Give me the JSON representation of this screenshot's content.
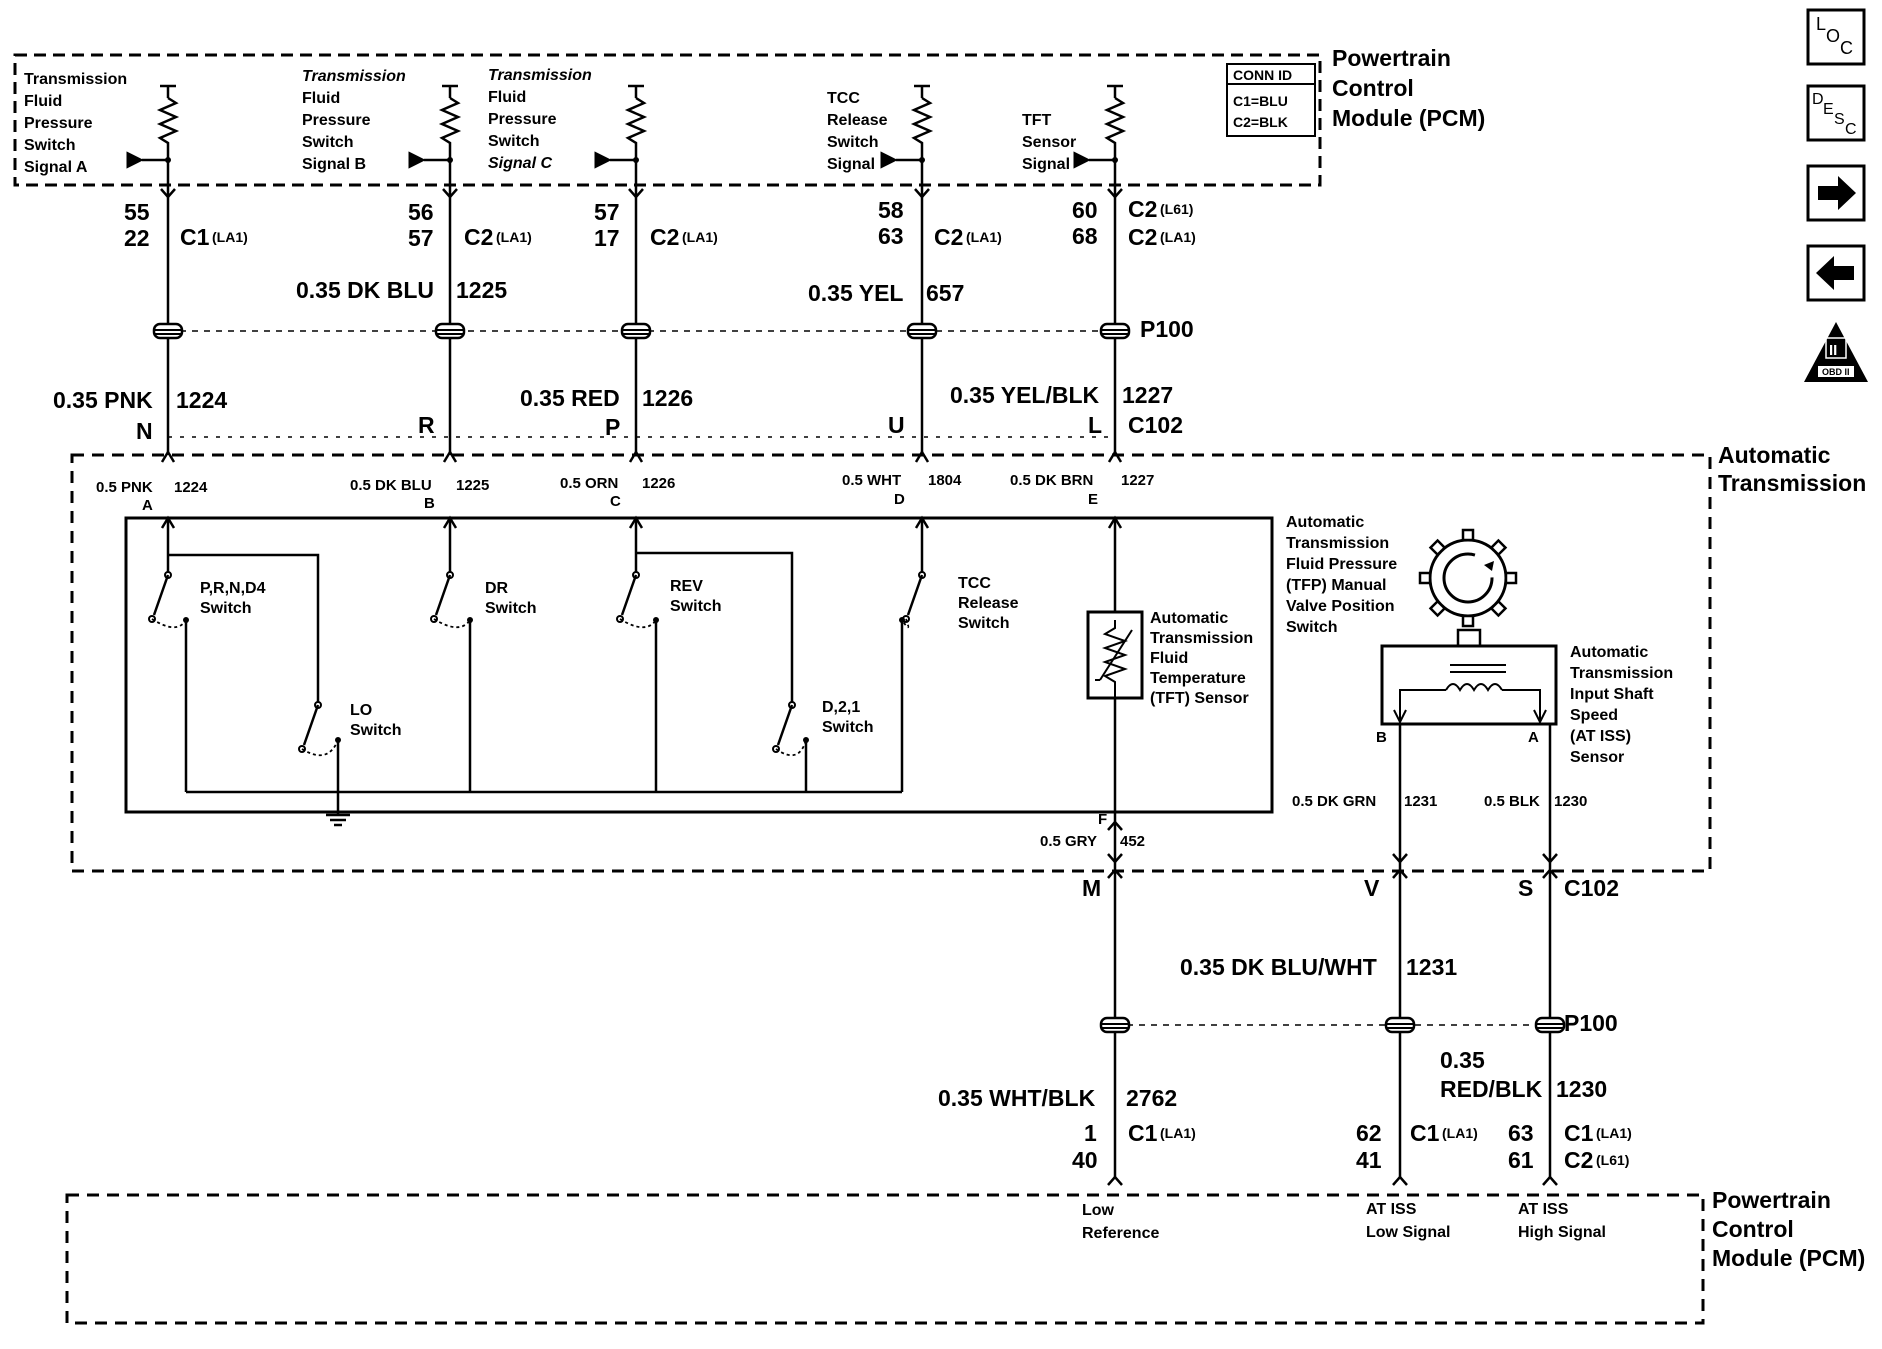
{
  "pcm_top": {
    "title_lines": [
      "Powertrain",
      "Control",
      "Module (PCM)"
    ],
    "conn_id": {
      "header": "CONN ID",
      "c1": "C1=BLU",
      "c2": "C2=BLK"
    },
    "signals": [
      {
        "lines": [
          "Transmission",
          "Fluid",
          "Pressure",
          "Switch",
          "Signal A"
        ]
      },
      {
        "lines": [
          "Transmission",
          "Fluid",
          "Pressure",
          "Switch",
          "Signal B"
        ]
      },
      {
        "lines": [
          "Transmission",
          "Fluid",
          "Pressure",
          "Switch",
          "Signal C"
        ]
      },
      {
        "lines": [
          "TCC",
          "Release",
          "Switch",
          "Signal"
        ]
      },
      {
        "lines": [
          "TFT",
          "Sensor",
          "Signal"
        ]
      }
    ]
  },
  "top_circuits": [
    {
      "pin_a": "55",
      "pin_b": "22",
      "conn": "C1",
      "conn_opt": "(LA1)",
      "conn2": "",
      "conn2_opt": "",
      "wire_color": "",
      "circuit": "",
      "lower_color": "0.35 PNK",
      "lower_circuit": "1224",
      "c102_pin": "N",
      "trans_color": "0.5 PNK",
      "trans_circuit": "1224",
      "trans_pin": "A"
    },
    {
      "pin_a": "56",
      "pin_b": "57",
      "conn": "C2",
      "conn_opt": "(LA1)",
      "conn2": "",
      "conn2_opt": "",
      "wire_color": "0.35 DK BLU",
      "circuit": "1225",
      "lower_color": "",
      "lower_circuit": "",
      "c102_pin": "R",
      "trans_color": "0.5 DK BLU",
      "trans_circuit": "1225",
      "trans_pin": "B"
    },
    {
      "pin_a": "57",
      "pin_b": "17",
      "conn": "C2",
      "conn_opt": "(LA1)",
      "conn2": "",
      "conn2_opt": "",
      "wire_color": "",
      "circuit": "",
      "lower_color": "0.35 RED",
      "lower_circuit": "1226",
      "c102_pin": "P",
      "trans_color": "0.5 ORN",
      "trans_circuit": "1226",
      "trans_pin": "C"
    },
    {
      "pin_a": "58",
      "pin_b": "63",
      "conn": "C2",
      "conn_opt": "(LA1)",
      "conn2": "",
      "conn2_opt": "",
      "wire_color": "0.35 YEL",
      "circuit": "657",
      "lower_color": "",
      "lower_circuit": "",
      "c102_pin": "U",
      "trans_color": "0.5 WHT",
      "trans_circuit": "1804",
      "trans_pin": "D"
    },
    {
      "pin_a": "60",
      "pin_b": "68",
      "conn": "C2",
      "conn_opt": "(L61)",
      "conn2": "C2",
      "conn2_opt": "(LA1)",
      "wire_color": "",
      "circuit": "",
      "lower_color": "0.35 YEL/BLK",
      "lower_circuit": "1227",
      "c102_pin": "L",
      "trans_color": "0.5 DK BRN",
      "trans_circuit": "1227",
      "trans_pin": "E"
    }
  ],
  "labels": {
    "p100": "P100",
    "c102": "C102",
    "p100_b": "P100",
    "c102_b": "C102"
  },
  "transmission": {
    "title_lines": [
      "Automatic",
      "Transmission"
    ],
    "switches": [
      {
        "lines": [
          "P,R,N,D4",
          "Switch"
        ]
      },
      {
        "lines": [
          "DR",
          "Switch"
        ]
      },
      {
        "lines": [
          "REV",
          "Switch"
        ]
      },
      {
        "lines": [
          "TCC",
          "Release",
          "Switch"
        ]
      },
      {
        "lines": [
          "LO",
          "Switch"
        ]
      },
      {
        "lines": [
          "D,2,1",
          "Switch"
        ]
      }
    ],
    "tfp_lines": [
      "Automatic",
      "Transmission",
      "Fluid Pressure",
      "(TFP) Manual",
      "Valve Position",
      "Switch"
    ],
    "tft_lines": [
      "Automatic",
      "Transmission",
      "Fluid",
      "Temperature",
      "(TFT) Sensor"
    ],
    "iss_lines": [
      "Automatic",
      "Transmission",
      "Input Shaft",
      "Speed",
      "(AT ISS)",
      "Sensor"
    ],
    "iss_pin_b": "B",
    "iss_pin_a": "A",
    "f_pin": "F",
    "f_color": "0.5 GRY",
    "f_circuit": "452",
    "iss_b_color": "0.5 DK GRN",
    "iss_b_circuit": "1231",
    "iss_a_color": "0.5 BLK",
    "iss_a_circuit": "1230"
  },
  "bottom_circuits": [
    {
      "c102_pin": "M",
      "color": "0.35 WHT/BLK",
      "circuit": "2762",
      "pin_a": "1",
      "pin_b": "40",
      "conn_a": "C1",
      "conn_a_opt": "(LA1)",
      "conn_b": "",
      "conn_b_opt": "",
      "signal_lines": [
        "Low",
        "Reference"
      ]
    },
    {
      "c102_pin": "V",
      "color": "0.35 DK BLU/WHT",
      "circuit": "1231",
      "pin_a": "62",
      "pin_b": "41",
      "conn_a": "C1",
      "conn_a_opt": "(LA1)",
      "conn_b": "",
      "conn_b_opt": "",
      "signal_lines": [
        "AT ISS",
        "Low Signal"
      ]
    },
    {
      "c102_pin": "S",
      "color_lines": [
        "0.35",
        "RED/BLK"
      ],
      "circuit": "1230",
      "pin_a": "63",
      "pin_b": "61",
      "conn_a": "C1",
      "conn_a_opt": "(LA1)",
      "conn_b": "C2",
      "conn_b_opt": "(L61)",
      "signal_lines": [
        "AT ISS",
        "High Signal"
      ]
    }
  ],
  "pcm_bottom": {
    "title_lines": [
      "Powertrain",
      "Control",
      "Module (PCM)"
    ]
  },
  "nav": {
    "loc": {
      "l": "L",
      "o": "O",
      "c": "C"
    },
    "desc": {
      "d": "D",
      "e": "E",
      "s": "S",
      "c": "C"
    },
    "next_icon": "right-arrow-icon",
    "prev_icon": "left-arrow-icon",
    "obd": {
      "ii": "II",
      "label": "OBD II"
    }
  }
}
